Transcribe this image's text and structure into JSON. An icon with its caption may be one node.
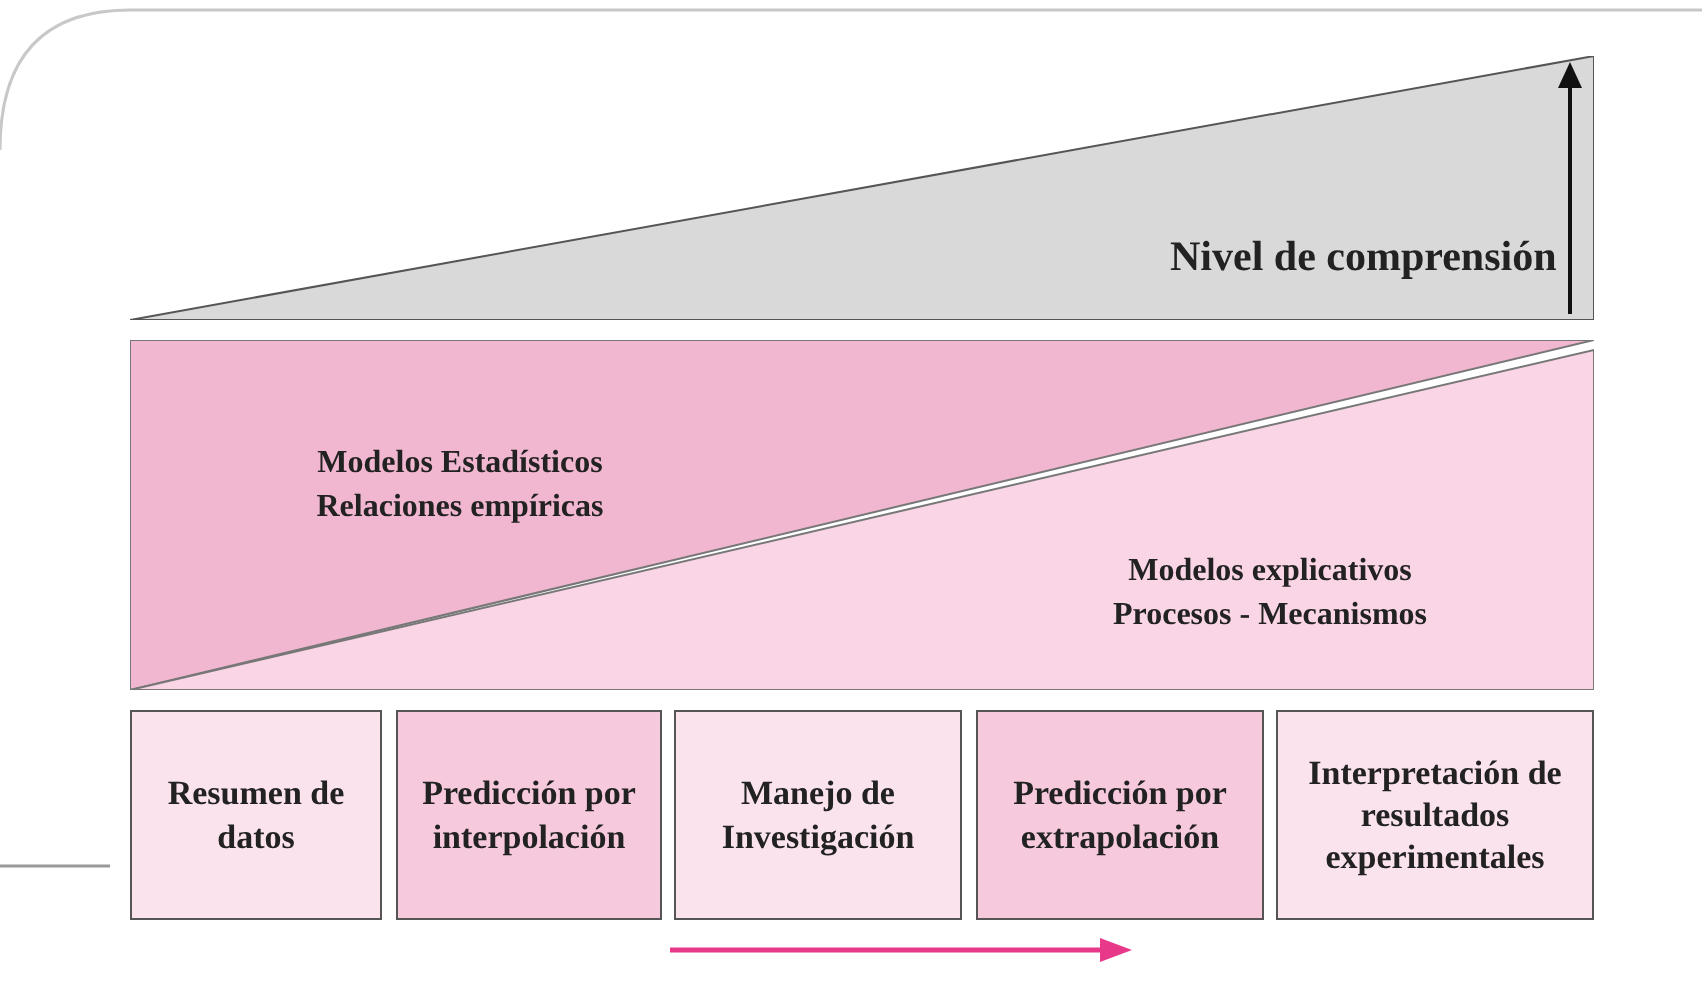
{
  "diagram": {
    "nodes": [
      {
        "text": [
          "Nivel de comprensión"
        ]
      },
      {
        "text": [
          "Modelos Estadísticos",
          "Relaciones empíricas"
        ]
      },
      {
        "text": [
          "Modelos explicativos",
          "Procesos - Mecanismos"
        ]
      },
      {
        "text": [
          "Resumen de datos"
        ]
      },
      {
        "text": [
          "Predicción por interpolación"
        ]
      },
      {
        "text": [
          "Manejo de Investigación"
        ]
      },
      {
        "text": [
          "Predicción por extrapolación"
        ]
      },
      {
        "text": [
          "Interpretación de resultados experimentales"
        ]
      }
    ]
  }
}
